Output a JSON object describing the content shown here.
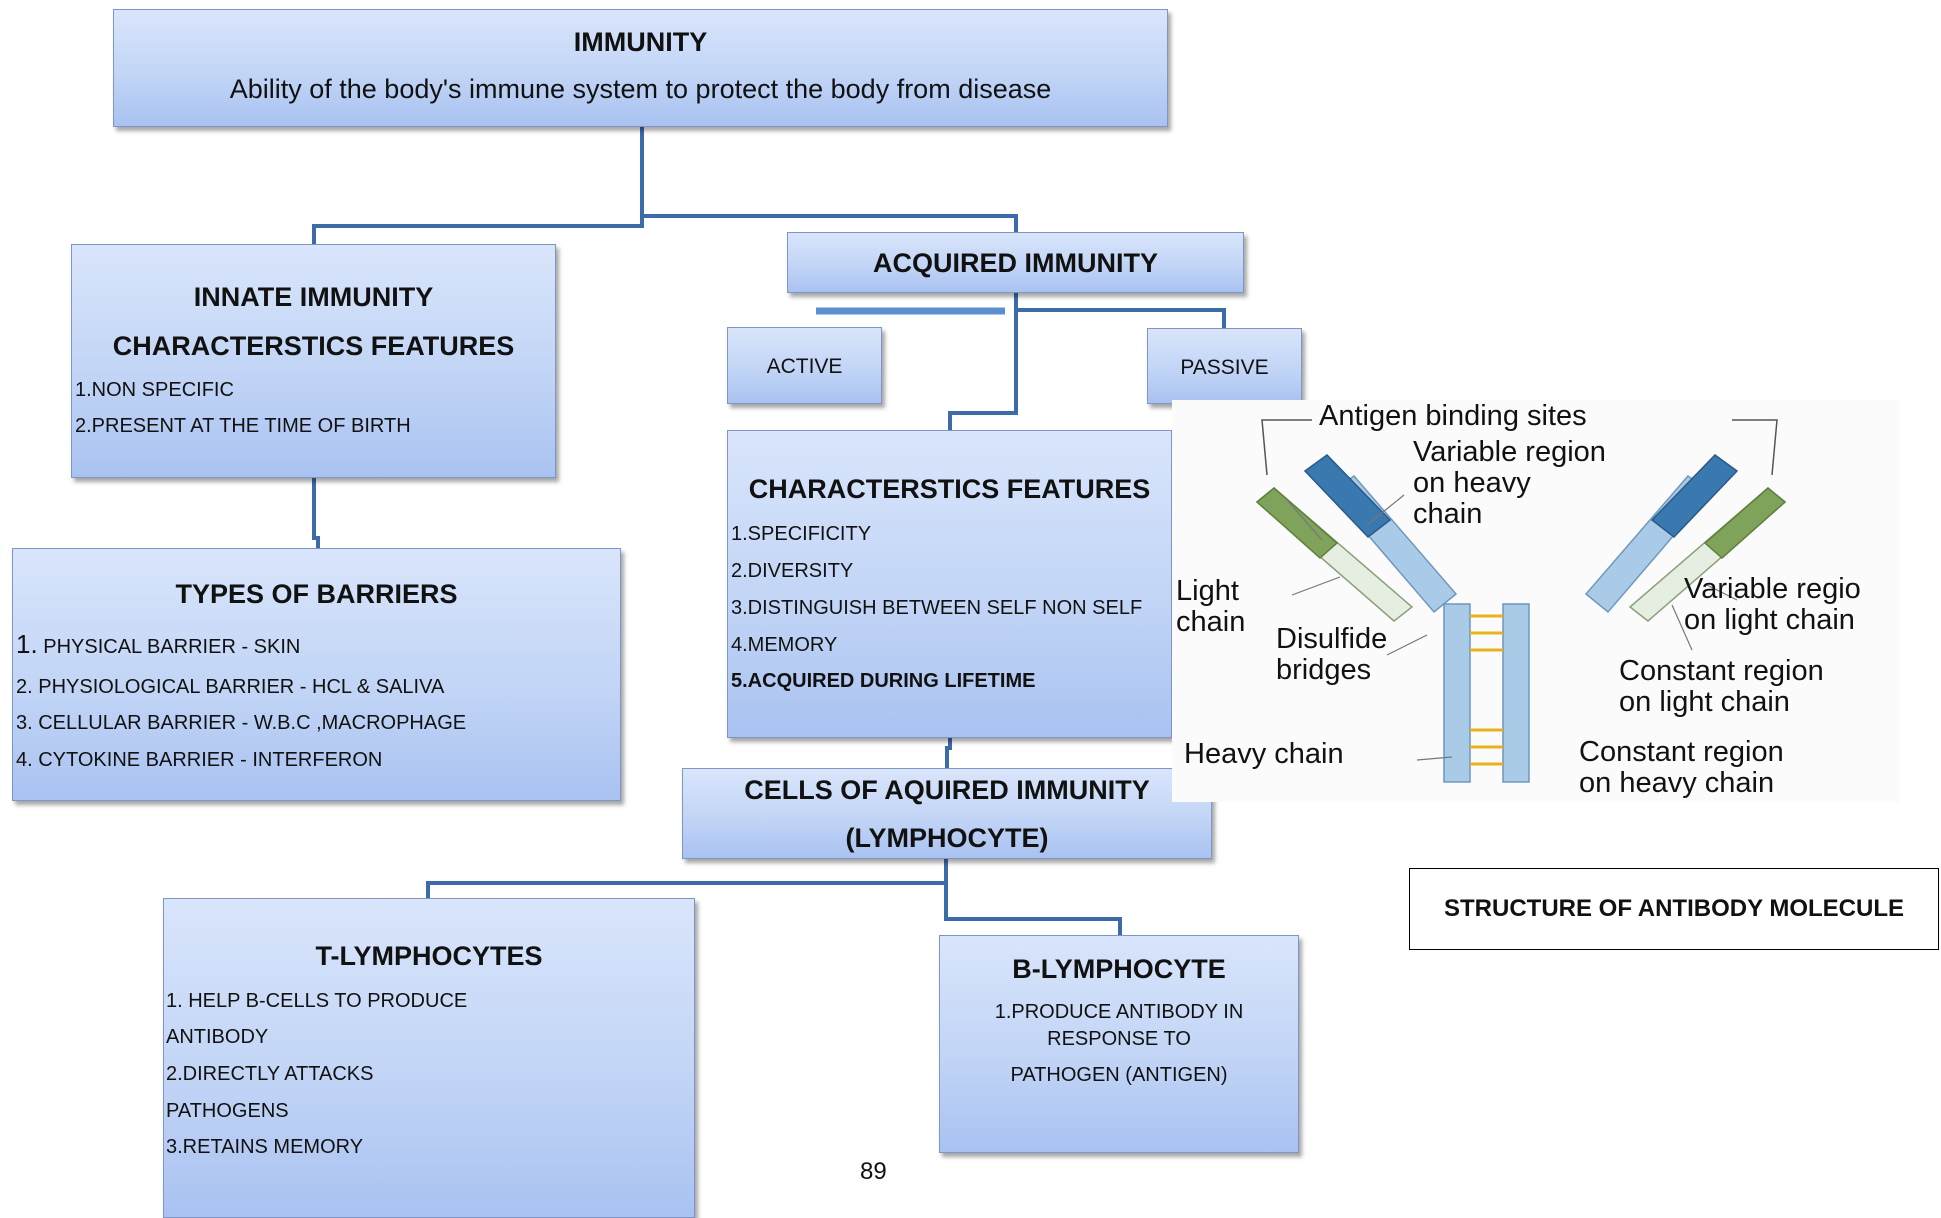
{
  "immunity": {
    "title": "IMMUNITY",
    "definition": "Ability of the body's  immune system to protect the body from disease"
  },
  "innate": {
    "title1": "INNATE IMMUNITY",
    "title2": "CHARACTERSTICS FEATURES",
    "items": [
      "1.NON SPECIFIC",
      "2.PRESENT AT THE TIME OF BIRTH"
    ]
  },
  "barriers": {
    "title": "TYPES OF BARRIERS",
    "items": [
      "PHYSICAL BARRIER -   SKIN",
      "2. PHYSIOLOGICAL BARRIER  - HCL & SALIVA",
      "3. CELLULAR BARRIER -  W.B.C ,MACROPHAGE",
      "4. CYTOKINE BARRIER - INTERFERON"
    ],
    "first_number": "1."
  },
  "acquired": {
    "title": "ACQUIRED IMMUNITY",
    "active": "ACTIVE",
    "passive": "PASSIVE"
  },
  "acquired_features": {
    "title": "CHARACTERSTICS FEATURES",
    "items": [
      "1.SPECIFICITY",
      "2.DIVERSITY",
      "3.DISTINGUISH BETWEEN SELF NON SELF",
      "4.MEMORY",
      "5.ACQUIRED DURING LIFETIME"
    ]
  },
  "cells": {
    "line1": "CELLS OF AQUIRED IMMUNITY",
    "line2": "(LYMPHOCYTE)"
  },
  "t_cells": {
    "title": "T-LYMPHOCYTES",
    "items": [
      "1. HELP B-CELLS TO PRODUCE",
      "ANTIBODY",
      "2.DIRECTLY ATTACKS",
      "PATHOGENS",
      "3.RETAINS  MEMORY"
    ]
  },
  "b_cells": {
    "title": "B-LYMPHOCYTE",
    "items": [
      "1.PRODUCE ANTIBODY IN",
      "RESPONSE TO",
      "PATHOGEN (ANTIGEN)"
    ]
  },
  "antibody": {
    "labels": {
      "antigen_sites": "Antigen binding sites",
      "var_heavy": [
        "Variable region",
        "on heavy",
        "chain"
      ],
      "light_chain": [
        "Light",
        "chain"
      ],
      "disulfide": [
        "Disulfide",
        "bridges"
      ],
      "heavy_chain": "Heavy chain",
      "var_light": [
        "Variable regio",
        "on light chain"
      ],
      "const_light": [
        "Constant region",
        "on light chain"
      ],
      "const_heavy": [
        "Constant region",
        "on heavy chain"
      ]
    },
    "colors": {
      "heavy": "#a9cbe8",
      "variable_heavy": "#3a78b0",
      "light": "#e6eee2",
      "variable_light": "#7fa35a",
      "bridge": "#e8b21a"
    }
  },
  "caption": "STRUCTURE OF ANTIBODY MOLECULE",
  "page_number": "89"
}
